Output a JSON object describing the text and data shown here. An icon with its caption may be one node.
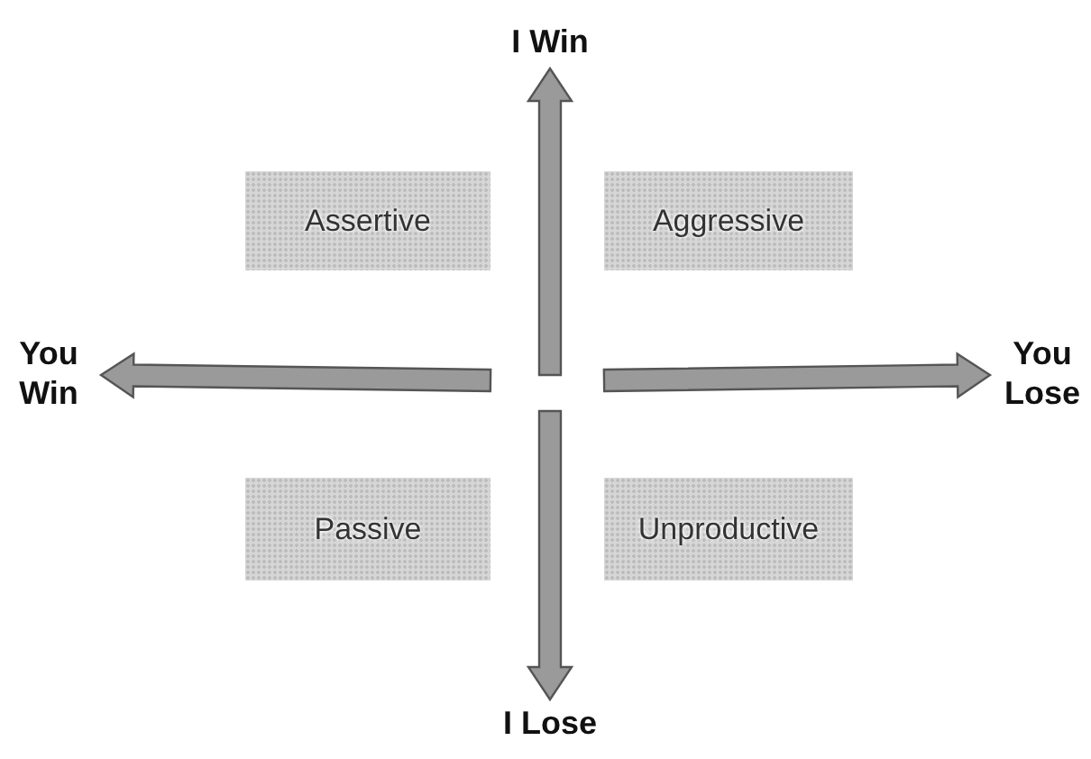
{
  "diagram": {
    "nodes": [
      {
        "text": [
          "I Win"
        ]
      },
      {
        "text": [
          "Assertive"
        ]
      },
      {
        "text": [
          "Aggressive"
        ]
      },
      {
        "text": [
          "You Win"
        ]
      },
      {
        "text": [
          "You Lose"
        ]
      },
      {
        "text": [
          "Passive"
        ]
      },
      {
        "text": [
          "Unproductive"
        ]
      },
      {
        "text": [
          "I Lose"
        ]
      }
    ],
    "edges": [
      {
        "from": null,
        "to": 0,
        "arrow": "to",
        "style": "thick"
      },
      {
        "from": null,
        "to": 3,
        "arrow": "to",
        "style": "thick"
      },
      {
        "from": null,
        "to": 4,
        "arrow": "to",
        "style": "thick"
      },
      {
        "from": null,
        "to": 7,
        "arrow": "to",
        "style": "thick"
      }
    ]
  }
}
